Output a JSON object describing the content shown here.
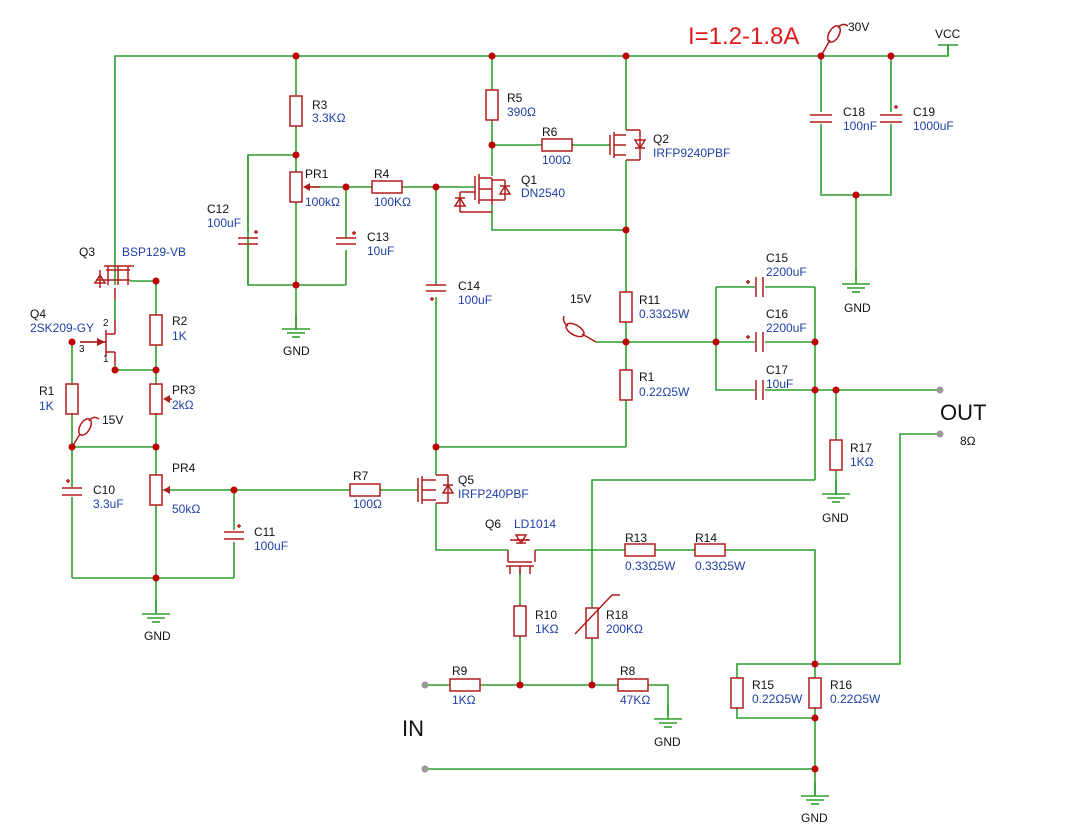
{
  "annotations": {
    "current": "I=1.2-1.8A",
    "v30": "30V",
    "vcc": "VCC",
    "v15a": "15V",
    "v15b": "15V",
    "out": "OUT",
    "load": "8Ω",
    "in": "IN"
  },
  "gnd_label": "GND",
  "components": {
    "R1": {
      "ref": "R1",
      "value": "1K"
    },
    "R2": {
      "ref": "R2",
      "value": "1K"
    },
    "R3": {
      "ref": "R3",
      "value": "3.3KΩ"
    },
    "R4": {
      "ref": "R4",
      "value": "100KΩ"
    },
    "R5": {
      "ref": "R5",
      "value": "390Ω"
    },
    "R6": {
      "ref": "R6",
      "value": "100Ω"
    },
    "R7": {
      "ref": "R7",
      "value": "100Ω"
    },
    "R8": {
      "ref": "R8",
      "value": "47KΩ"
    },
    "R9": {
      "ref": "R9",
      "value": "1KΩ"
    },
    "R10": {
      "ref": "R10",
      "value": "1KΩ"
    },
    "R11": {
      "ref": "R11",
      "value": "0.33Ω5W"
    },
    "R1b": {
      "ref": "R1",
      "value": "0.22Ω5W"
    },
    "R13": {
      "ref": "R13",
      "value": "0.33Ω5W"
    },
    "R14": {
      "ref": "R14",
      "value": "0.33Ω5W"
    },
    "R15": {
      "ref": "R15",
      "value": "0.22Ω5W"
    },
    "R16": {
      "ref": "R16",
      "value": "0.22Ω5W"
    },
    "R17": {
      "ref": "R17",
      "value": "1KΩ"
    },
    "R18": {
      "ref": "R18",
      "value": "200KΩ"
    },
    "PR1": {
      "ref": "PR1",
      "value": "100kΩ"
    },
    "PR3": {
      "ref": "PR3",
      "value": "2kΩ"
    },
    "PR4": {
      "ref": "PR4",
      "value": "50kΩ"
    },
    "C10": {
      "ref": "C10",
      "value": "3.3uF"
    },
    "C11": {
      "ref": "C11",
      "value": "100uF"
    },
    "C12": {
      "ref": "C12",
      "value": "100uF"
    },
    "C13": {
      "ref": "C13",
      "value": "10uF"
    },
    "C14": {
      "ref": "C14",
      "value": "100uF"
    },
    "C15": {
      "ref": "C15",
      "value": "2200uF"
    },
    "C16": {
      "ref": "C16",
      "value": "2200uF"
    },
    "C17": {
      "ref": "C17",
      "value": "10uF"
    },
    "C18": {
      "ref": "C18",
      "value": "100nF"
    },
    "C19": {
      "ref": "C19",
      "value": "1000uF"
    },
    "Q1": {
      "ref": "Q1",
      "value": "DN2540"
    },
    "Q2": {
      "ref": "Q2",
      "value": "IRFP9240PBF"
    },
    "Q3": {
      "ref": "Q3",
      "value": "BSP129-VB"
    },
    "Q4": {
      "ref": "Q4",
      "value": "2SK209-GY"
    },
    "Q5": {
      "ref": "Q5",
      "value": "IRFP240PBF"
    },
    "Q6": {
      "ref": "Q6",
      "value": "LD1014"
    }
  },
  "pins": {
    "p1": "1",
    "p2": "2",
    "p3": "3"
  }
}
